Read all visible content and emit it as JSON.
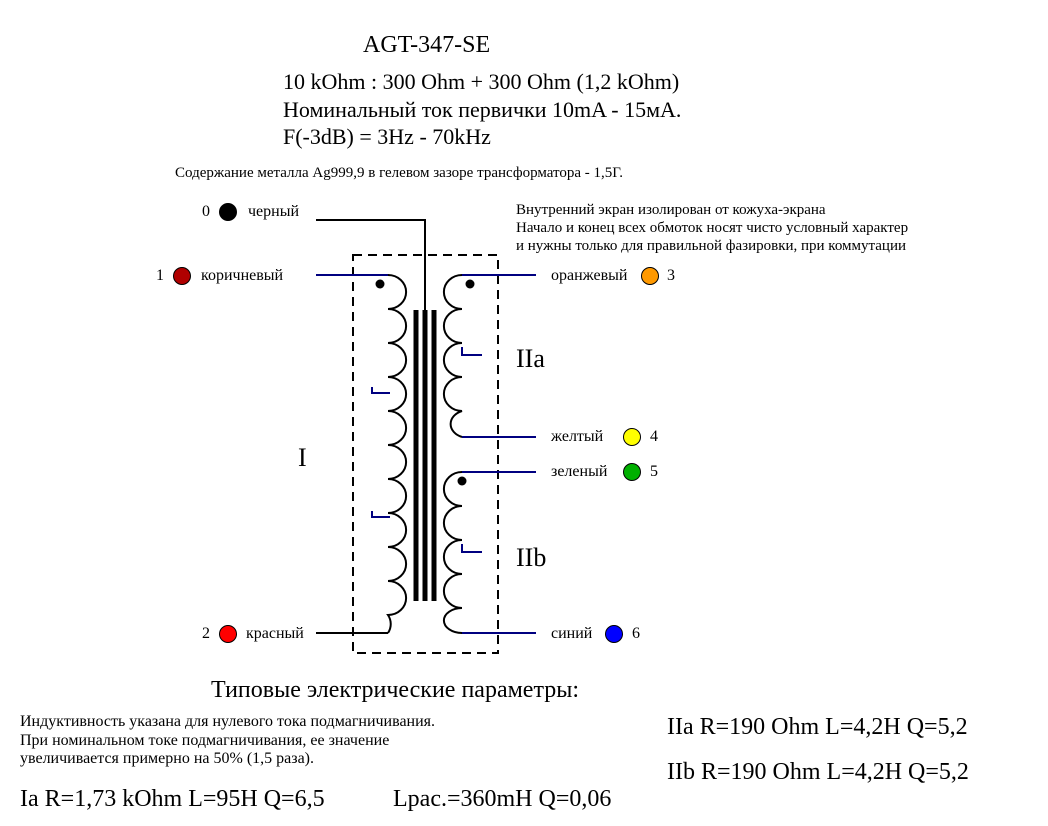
{
  "title": "AGT-347-SE",
  "specs": [
    "10 kOhm : 300 Ohm + 300 Ohm (1,2 kOhm)",
    "Номинальный ток первички 10mA - 15мА.",
    "F(-3dB) = 3Hz  -  70kHz"
  ],
  "metal_note": "Содержание металла Ag999,9 в гелевом зазоре трансформатора - 1,5Г.",
  "shield_note": [
    "Внутренний экран изолирован от кожуха-экрана",
    "Начало и конец всех обмоток носят чисто условный характер",
    "и нужны только для правильной фазировки, при коммутации"
  ],
  "terminals": [
    {
      "num": "0",
      "label": "черный",
      "color": "#000000"
    },
    {
      "num": "1",
      "label": "коричневый",
      "color": "#b00000"
    },
    {
      "num": "2",
      "label": "красный",
      "color": "#ff0000"
    },
    {
      "num": "3",
      "label": "оранжевый",
      "color": "#ff9900"
    },
    {
      "num": "4",
      "label": "желтый",
      "color": "#ffff00"
    },
    {
      "num": "5",
      "label": "зеленый",
      "color": "#00b000"
    },
    {
      "num": "6",
      "label": "синий",
      "color": "#0000ff"
    }
  ],
  "windings": {
    "primary": "I",
    "secondary_a": "IIa",
    "secondary_b": "IIb"
  },
  "colors": {
    "wire": "#000080",
    "line": "#000000"
  },
  "section_title": "Типовые электрические параметры:",
  "inductance_note": [
    "Индуктивность указана для нулевого тока подмагничивания.",
    "При номинальном токе подмагничивания, ее значение",
    "увеличивается примерно на 50% (1,5 раза)."
  ],
  "params": {
    "ia": "Ia  R=1,73 kOhm  L=95H  Q=6,5",
    "ia_leak": "Lрас.=360mH  Q=0,06",
    "iia": "IIa  R=190 Ohm  L=4,2H  Q=5,2",
    "iib": "IIb  R=190 Ohm  L=4,2H  Q=5,2"
  }
}
